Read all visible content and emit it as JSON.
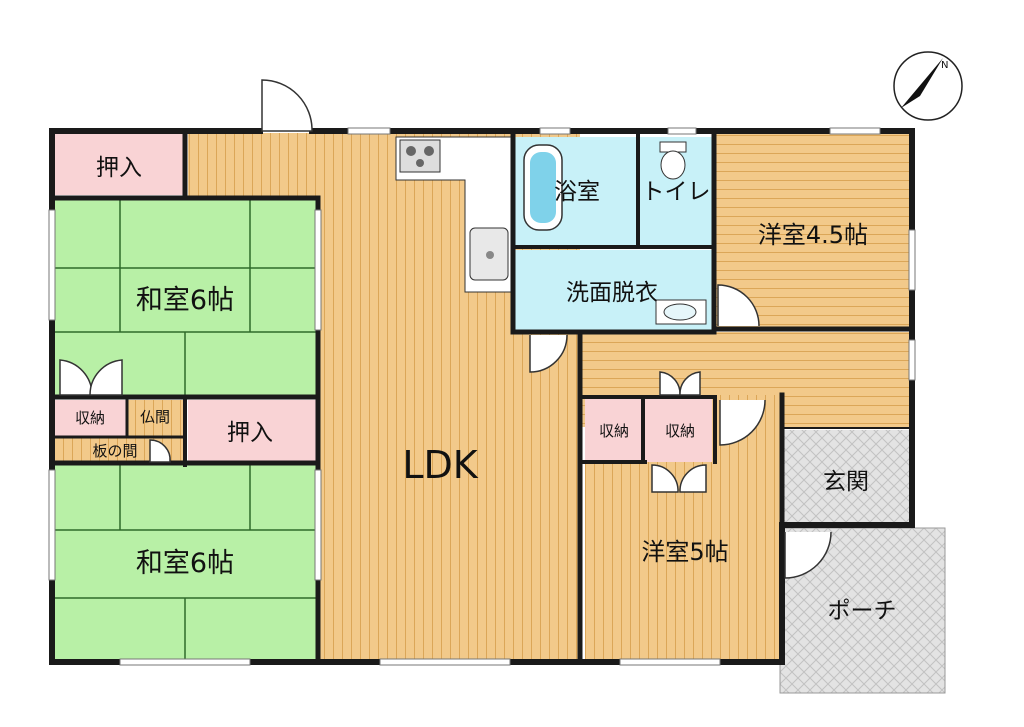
{
  "compass": {
    "letter": "N"
  },
  "rooms": {
    "oshiire_top": "押入",
    "washitsu1": "和室6帖",
    "shuno_left": "収納",
    "butsuma": "仏間",
    "ita_no_ma": "板の間",
    "oshiire_mid": "押入",
    "washitsu2": "和室6帖",
    "ldk": "LDK",
    "yokushitsu": "浴室",
    "toilet": "トイレ",
    "senmen": "洗面脱衣",
    "yoshitsu45": "洋室4.5帖",
    "shuno_a": "収納",
    "shuno_b": "収納",
    "yoshitsu5": "洋室5帖",
    "genkan": "玄関",
    "porch": "ポーチ"
  },
  "colors": {
    "wood": "#f2c98a",
    "wood_stripe": "#dba658",
    "tatami": "#b8f0a6",
    "tatami_line": "#2f6a2a",
    "closet": "#f9d3d5",
    "wet_area": "#c8f1f8",
    "tile": "#dcdcdc",
    "wall": "#1a1a1a"
  }
}
